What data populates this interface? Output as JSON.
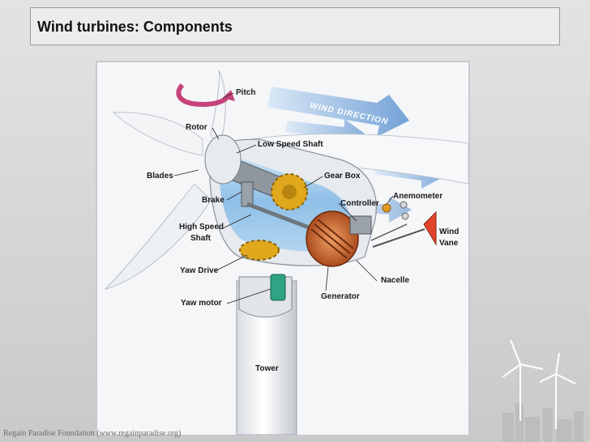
{
  "slide": {
    "title": "Wind turbines: Components",
    "footer": "Regain Paradise Foundation (www.regainparadise.org)"
  },
  "diagram": {
    "banner_text": "WIND DIRECTION",
    "labels": {
      "pitch": "Pitch",
      "rotor": "Rotor",
      "low_speed_shaft": "Low Speed Shaft",
      "blades": "Blades",
      "gear_box": "Gear Box",
      "brake": "Brake",
      "controller": "Controller",
      "anemometer": "Anemometer",
      "high_speed_shaft_1": "High Speed",
      "high_speed_shaft_2": "Shaft",
      "wind_vane_1": "Wind",
      "wind_vane_2": "Vane",
      "yaw_drive": "Yaw Drive",
      "nacelle": "Nacelle",
      "generator": "Generator",
      "yaw_motor": "Yaw motor",
      "tower": "Tower"
    }
  },
  "colors": {
    "wind_arrow": "#6b9fd8",
    "nacelle_glass": "#8fc3ea",
    "gear": "#e0a81c",
    "generator": "#c8571e",
    "yaw_motor": "#2fa383",
    "wind_vane": "#e0452a",
    "pitch_arrow": "#c6437a"
  }
}
